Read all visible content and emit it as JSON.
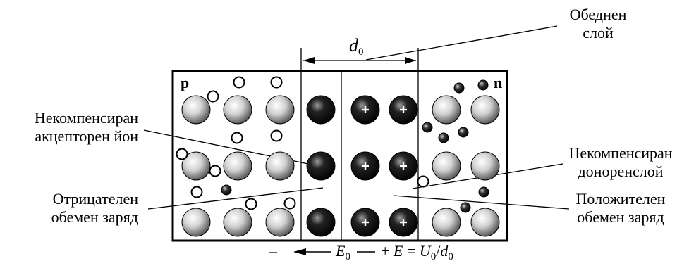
{
  "regions": {
    "p": "p",
    "n": "n"
  },
  "gap_label": {
    "symbol": "d",
    "subscript": "0"
  },
  "labels": {
    "depletion": [
      "Обеднен",
      "слой"
    ],
    "uncomp_acceptor": [
      "Некомпенсиран",
      "акцепторен йон"
    ],
    "uncomp_donor": [
      "Некомпенсиран",
      "доноренслой"
    ],
    "negative_charge": [
      "Отрицателен",
      "обемен заряд"
    ],
    "positive_charge": [
      "Положителен",
      "обемен заряд"
    ]
  },
  "field": {
    "minus": "–",
    "e0_symbol": "E",
    "e0_sub": "0",
    "plus": "+",
    "formula_lhs": "E",
    "formula_eq": "=",
    "formula_u": "U",
    "formula_u_sub": "0",
    "formula_slash": "/",
    "formula_d": "d",
    "formula_d_sub": "0"
  },
  "colors": {
    "ink": "#000000",
    "ion_light": "#ededed",
    "ion_dark": "#0d0d0d",
    "hole_fill": "#ffffff"
  }
}
